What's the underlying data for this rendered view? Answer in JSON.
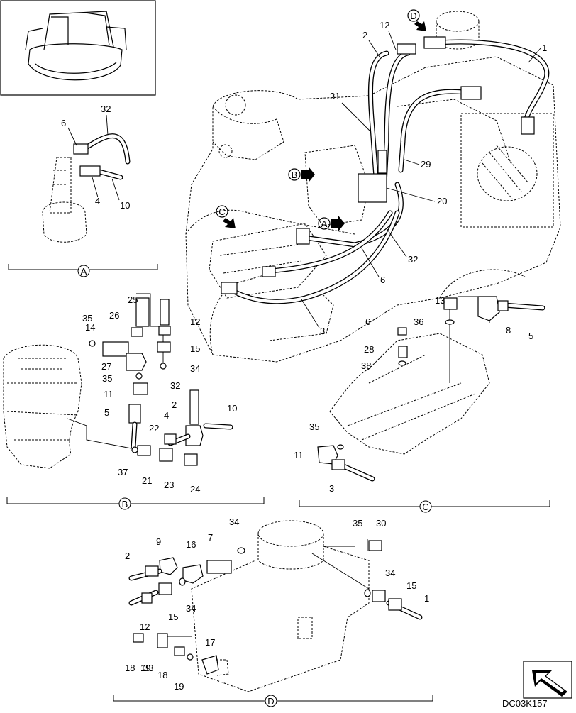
{
  "diagram": {
    "doc_code": "DC03K157",
    "detail_labels": {
      "A": "A",
      "B": "B",
      "C": "C",
      "D": "D"
    },
    "callouts": {
      "main": [
        "1",
        "2",
        "12",
        "31",
        "29",
        "20",
        "32",
        "6",
        "3"
      ],
      "detail_a": [
        "6",
        "32",
        "4",
        "10"
      ],
      "detail_b": [
        "25",
        "35",
        "26",
        "14",
        "12",
        "15",
        "27",
        "34",
        "35",
        "11",
        "5",
        "32",
        "2",
        "4",
        "10",
        "22",
        "37",
        "21",
        "23",
        "24"
      ],
      "detail_c": [
        "13",
        "6",
        "36",
        "8",
        "5",
        "28",
        "38",
        "35",
        "11",
        "3"
      ],
      "detail_d": [
        "34",
        "35",
        "30",
        "9",
        "16",
        "7",
        "2",
        "34",
        "15",
        "1",
        "15",
        "34",
        "12",
        "17",
        "18",
        "19",
        "33",
        "18",
        "19"
      ]
    }
  }
}
